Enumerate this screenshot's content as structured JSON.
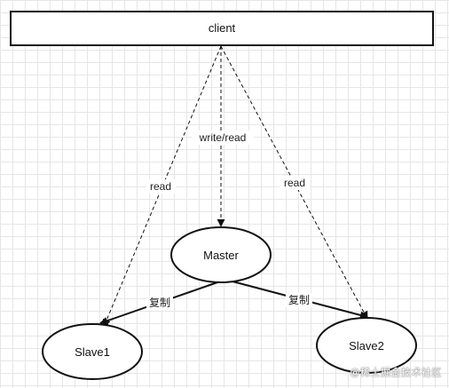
{
  "nodes": {
    "client": "client",
    "master": "Master",
    "slave1": "Slave1",
    "slave2": "Slave2"
  },
  "edges": {
    "client_to_master": "write/read",
    "client_to_slave1": "read",
    "client_to_slave2": "read",
    "master_to_slave1": "复制",
    "master_to_slave2": "复制"
  },
  "watermark": "@稀土掘金技术社区"
}
